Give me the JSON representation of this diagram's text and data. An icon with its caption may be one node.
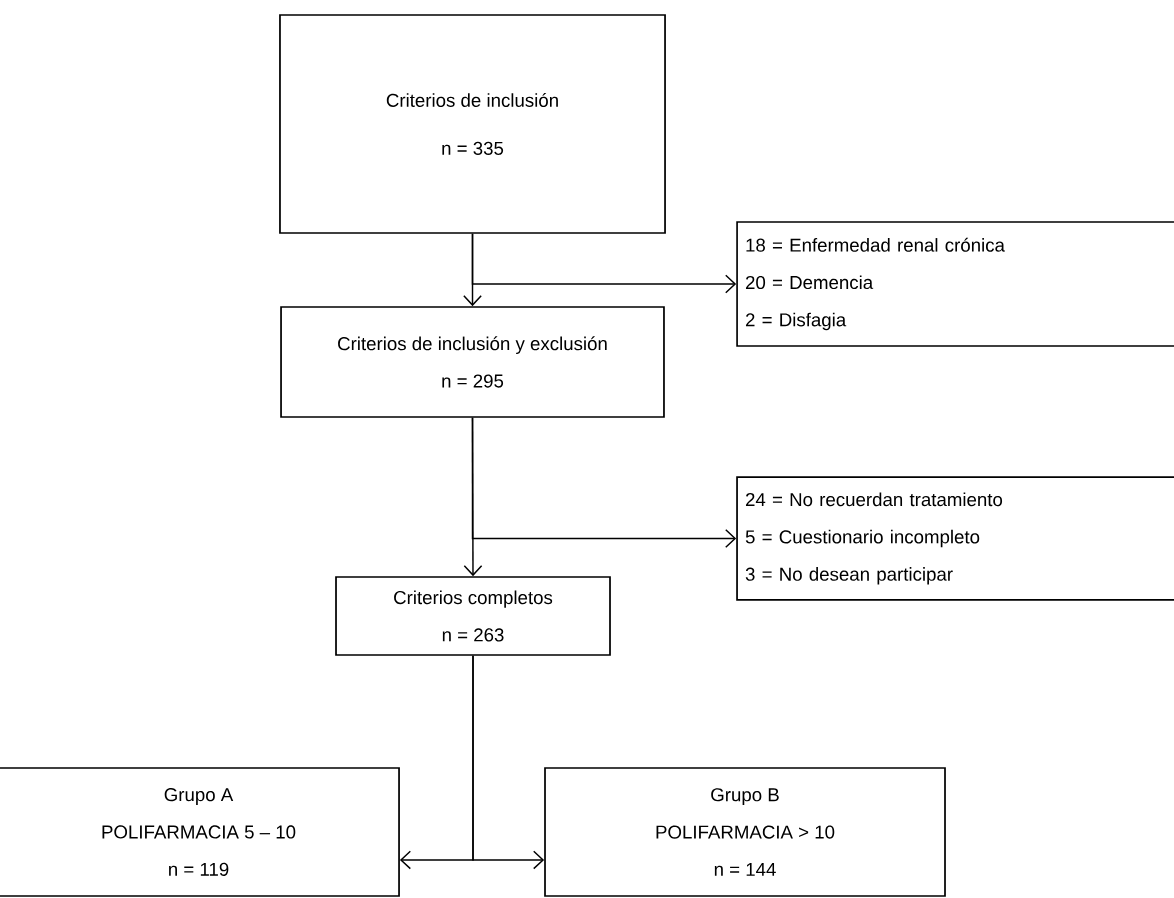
{
  "diagram": {
    "nodes": [
      {
        "text": [
          "Criterios de inclusión",
          "n = 335"
        ]
      },
      {
        "text": [
          "18 = Enfermedad renal crónica",
          "20 = Demencia",
          "2 = Disfagia"
        ]
      },
      {
        "text": [
          "Criterios de inclusión y exclusión",
          "n = 295"
        ]
      },
      {
        "text": [
          "24 = No recuerdan tratamiento",
          "5 =  Cuestionario incompleto",
          "3 = No desean participar"
        ]
      },
      {
        "text": [
          "Criterios completos",
          "n = 263"
        ]
      },
      {
        "text": [
          "Grupo A",
          "POLIFARMACIA 5 – 10",
          "n = 119"
        ]
      },
      {
        "text": [
          "Grupo B",
          "POLIFARMACIA > 10",
          "n = 144"
        ]
      }
    ],
    "edges": [
      {
        "from": 0,
        "to": 2,
        "arrow": "to"
      },
      {
        "from": 0,
        "to": 1,
        "arrow": "to"
      },
      {
        "from": 2,
        "to": 4,
        "arrow": "to"
      },
      {
        "from": 2,
        "to": 3,
        "arrow": "to"
      },
      {
        "from": 4,
        "to": 5,
        "arrow": "to"
      },
      {
        "from": 4,
        "to": 6,
        "arrow": "to"
      }
    ]
  }
}
